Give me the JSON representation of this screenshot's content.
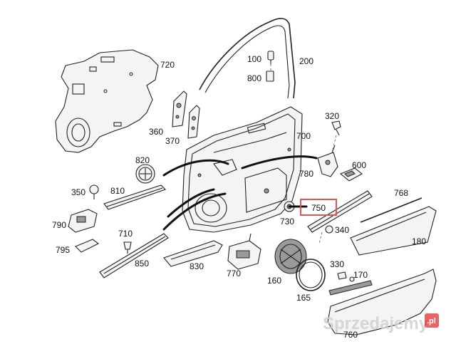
{
  "labels": {
    "p720": "720",
    "p100": "100",
    "p200": "200",
    "p800": "800",
    "p320": "320",
    "p360": "360",
    "p370": "370",
    "p700": "700",
    "p820": "820",
    "p780": "780",
    "p600": "600",
    "p350": "350",
    "p810": "810",
    "p768": "768",
    "p750": "750",
    "p790": "790",
    "p730": "730",
    "p340": "340",
    "p710": "710",
    "p180": "180",
    "p795": "795",
    "p850": "850",
    "p830": "830",
    "p770": "770",
    "p160": "160",
    "p330": "330",
    "p170": "170",
    "p165": "165",
    "p760": "760"
  },
  "highlight_color": "#e05555",
  "watermark": {
    "text": "Sprzedajemy",
    "badge": ".pl"
  }
}
